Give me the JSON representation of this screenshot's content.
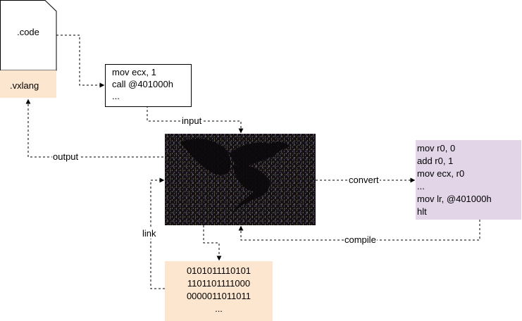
{
  "code_file": {
    "label": ".code"
  },
  "vxlang_box": {
    "label": ".vxlang"
  },
  "asm_box": {
    "lines": [
      "mov ecx, 1",
      "call @401000h",
      "..."
    ]
  },
  "vm_box": {
    "lines": [
      "mov r0, 0",
      "add r0, 1",
      "mov ecx, r0",
      "...",
      "mov lr, @401000h",
      "hlt"
    ]
  },
  "binary_box": {
    "lines": [
      "0101011110101",
      "1101101111000",
      "0000011011011",
      "..."
    ]
  },
  "edges": {
    "input": "input",
    "output": "output",
    "convert": "convert",
    "compile": "compile",
    "link": "link"
  },
  "colors": {
    "peach": "#fde6cf",
    "lavender": "#e1d5e7",
    "art_bg": "#141114"
  }
}
